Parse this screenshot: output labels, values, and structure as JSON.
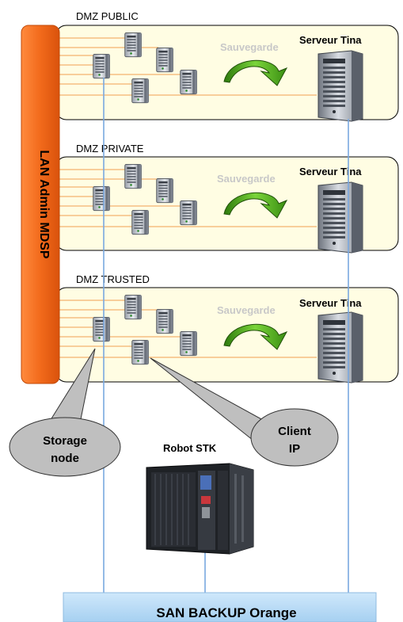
{
  "lan": {
    "label": "LAN Admin MDSP"
  },
  "zones": [
    {
      "name": "DMZ PUBLIC",
      "server_label": "Serveur Tina",
      "backup_label": "Sauvegarde"
    },
    {
      "name": "DMZ PRIVATE",
      "server_label": "Serveur Tina",
      "backup_label": "Sauvegarde"
    },
    {
      "name": "DMZ TRUSTED",
      "server_label": "Serveur Tina",
      "backup_label": "Sauvegarde"
    }
  ],
  "callouts": {
    "storage_node": [
      "Storage",
      "node"
    ],
    "client_ip": [
      "Client",
      "IP"
    ]
  },
  "robot": {
    "label": "Robot STK"
  },
  "san": {
    "label": "SAN BACKUP Orange"
  },
  "colors": {
    "zone_fill": "#fffde3",
    "lan_orange": "#f26a1b",
    "san_blue": "#b8dcf6",
    "link_orange": "#f0a050",
    "link_blue": "#7aa8e0",
    "arrow_green": "#5cc01a",
    "bubble_gray": "#bfbfbf"
  }
}
